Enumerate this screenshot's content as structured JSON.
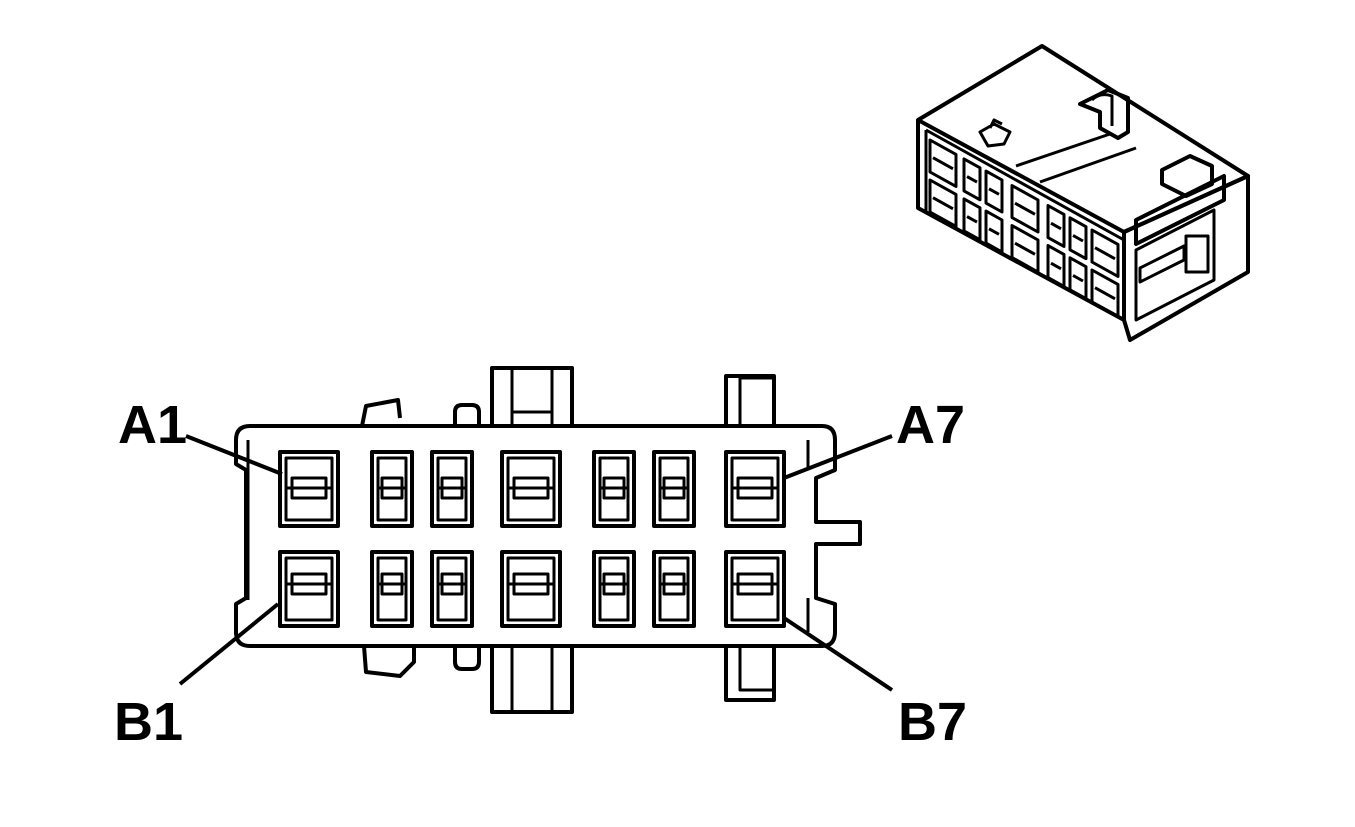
{
  "colors": {
    "line": "#000000",
    "background": "#ffffff"
  },
  "labels": {
    "a1": "A1",
    "a7": "A7",
    "b1": "B1",
    "b7": "B7"
  },
  "connector": {
    "rows": [
      "A",
      "B"
    ],
    "cavities_per_row": 7,
    "cavity_styles": [
      "wide",
      "narrow",
      "narrow",
      "wide",
      "narrow",
      "narrow",
      "wide"
    ]
  }
}
